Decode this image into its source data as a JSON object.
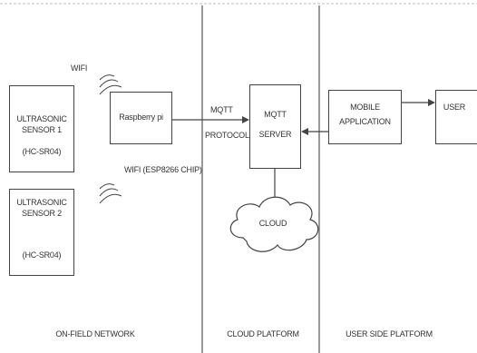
{
  "zones": [
    {
      "name": "ON-FIELD NETWORK"
    },
    {
      "name": "CLOUD PLATFORM"
    },
    {
      "name": "USER SIDE PLATFORM"
    }
  ],
  "nodes": {
    "sensor1": {
      "line1": "ULTRASONIC",
      "line2": "SENSOR 1",
      "line3": "(HC-SR04)"
    },
    "sensor2": {
      "line1": "ULTRASONIC",
      "line2": "SENSOR 2",
      "line3": "(HC-SR04)"
    },
    "raspberry": {
      "label": "Raspberry pi"
    },
    "mqtt_server": {
      "line1": "MQTT",
      "line2": "SERVER"
    },
    "mobile_app": {
      "line1": "MOBILE",
      "line2": "APPLICATION"
    },
    "user": {
      "label": "USER"
    },
    "cloud": {
      "label": "CLOUD"
    }
  },
  "edge_labels": {
    "wifi_top": "WIFI",
    "wifi_bottom": "WIFI (ESP8266 CHIP)",
    "mqtt": "MQTT",
    "protocol": "PROTOCOL"
  },
  "colors": {
    "line": "#444444",
    "divider": "#555555",
    "text": "#333333"
  }
}
